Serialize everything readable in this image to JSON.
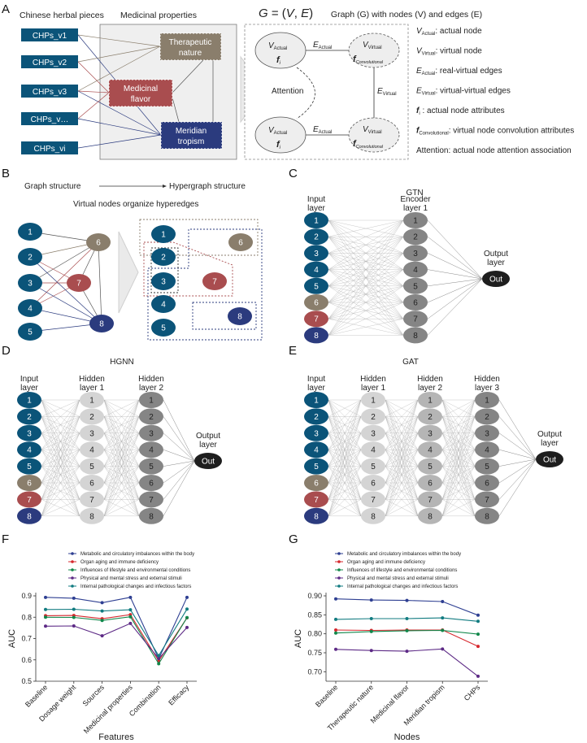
{
  "colors": {
    "blue": "#0b5479",
    "brown": "#8a7e6c",
    "red": "#a94d4f",
    "navy": "#2b3b7e",
    "gray_dark": "#858585",
    "gray_mid": "#b5b5b5",
    "gray_light": "#d4d4d4",
    "black": "#1e1e1e"
  },
  "panel_a": {
    "letter": "A",
    "col1_title": "Chinese herbal pieces",
    "col2_title": "Medicinal properties",
    "chps": [
      "CHPs_v1",
      "CHPs_v2",
      "CHPs_v3",
      "CHPs_v…",
      "CHPs_vi"
    ],
    "prop_therapeutic": [
      "Therapeutic",
      "nature"
    ],
    "prop_flavor": [
      "Medicinal",
      "flavor"
    ],
    "prop_meridian": [
      "Meridian",
      "tropism"
    ],
    "formula_g": "G",
    "formula_rest": " = (",
    "formula_v": "V",
    "formula_comma": ", ",
    "formula_e": "E",
    "formula_close": ")",
    "graph_title": "Graph (G) with nodes (V) and edges (E)",
    "v": "V",
    "actual": "Actual",
    "virtual": "Virtual",
    "f": "f",
    "fi_sub": "i",
    "convolutional": "Convolutional",
    "e": "E",
    "attention": "Attention",
    "legend": [
      {
        "sym": "V",
        "sub": "Actual",
        "text": ": actual node"
      },
      {
        "sym": "V",
        "sub": "Virtual",
        "text": ": virtual node"
      },
      {
        "sym": "E",
        "sub": "Actual",
        "text": ": real-virtual edges"
      },
      {
        "sym": "E",
        "sub": "Virtual",
        "text": ": virtual-virtual edges"
      },
      {
        "sym": "f",
        "sub": "i",
        "text": " : actual node attributes"
      },
      {
        "sym": "f",
        "sub": "Convolutional",
        "text": ": virtual node convolution attributes"
      },
      {
        "sym": "",
        "sub": "",
        "text": "Attention: actual node attention association"
      }
    ]
  },
  "panel_b": {
    "letter": "B",
    "graph_structure": "Graph structure",
    "hypergraph_structure": "Hypergraph structure",
    "subtitle": "Virtual nodes organize hyperedges",
    "nodes": [
      "1",
      "2",
      "3",
      "4",
      "5",
      "6",
      "7",
      "8"
    ]
  },
  "panel_c": {
    "letter": "C",
    "title": "GTN",
    "input_label": [
      "Input",
      "layer"
    ],
    "layer_labels": [
      [
        "Encoder",
        "layer 1"
      ]
    ],
    "output_label": [
      "Output",
      "layer"
    ],
    "out": "Out"
  },
  "panel_d": {
    "letter": "D",
    "title": "HGNN",
    "input_label": [
      "Input",
      "layer"
    ],
    "layer_labels": [
      [
        "Hidden",
        "layer 1"
      ],
      [
        "Hidden",
        "layer 2"
      ]
    ],
    "output_label": [
      "Output",
      "layer"
    ],
    "out": "Out"
  },
  "panel_e": {
    "letter": "E",
    "title": "GAT",
    "input_label": [
      "Input",
      "layer"
    ],
    "layer_labels": [
      [
        "Hidden",
        "layer 1"
      ],
      [
        "Hidden",
        "layer 2"
      ],
      [
        "Hidden",
        "layer 3"
      ]
    ],
    "output_label": [
      "Output",
      "layer"
    ],
    "out": "Out"
  },
  "panel_f": {
    "letter": "F"
  },
  "panel_g": {
    "letter": "G"
  },
  "chart_data": [
    {
      "type": "line",
      "panel": "F",
      "xlabel": "Features",
      "ylabel": "AUC",
      "categories": [
        "Baseline",
        "Dosage weight",
        "Sources",
        "Medicinal properties",
        "Combination",
        "Efficacy"
      ],
      "yticks": [
        "0.5",
        "0.6",
        "0.7",
        "0.8",
        "0.9"
      ],
      "ylim": [
        0.5,
        0.9
      ],
      "legend_position": "top",
      "series": [
        {
          "name": "Metabolic and circulatory imbalances within the body",
          "color": "#2e3f92",
          "values": [
            0.893,
            0.889,
            0.868,
            0.893,
            0.605,
            0.893
          ]
        },
        {
          "name": "Organ aging and immune deficiency",
          "color": "#d6272d",
          "values": [
            0.807,
            0.808,
            0.793,
            0.812,
            0.595,
            0.797
          ]
        },
        {
          "name": "Influences of lifestyle and environmental conditions",
          "color": "#10874a",
          "values": [
            0.8,
            0.799,
            0.785,
            0.802,
            0.582,
            0.798
          ]
        },
        {
          "name": "Physical and mental stress and external stimuli",
          "color": "#5d2a86",
          "values": [
            0.758,
            0.759,
            0.713,
            0.771,
            0.606,
            0.752
          ]
        },
        {
          "name": "Internal pathological changes and infectious factors",
          "color": "#117b80",
          "values": [
            0.836,
            0.837,
            0.829,
            0.835,
            0.62,
            0.838
          ]
        }
      ]
    },
    {
      "type": "line",
      "panel": "G",
      "xlabel": "Nodes",
      "ylabel": "AUC",
      "categories": [
        "Baseline",
        "Therapeutic nature",
        "Medicinal flavor",
        "Meridian tropism",
        "CHPs"
      ],
      "yticks": [
        "0.70",
        "0.75",
        "0.80",
        "0.85",
        "0.90"
      ],
      "ylim": [
        0.675,
        0.9
      ],
      "legend_position": "top",
      "series": [
        {
          "name": "Metabolic and circulatory imbalances within the body",
          "color": "#2e3f92",
          "values": [
            0.892,
            0.889,
            0.888,
            0.885,
            0.849
          ]
        },
        {
          "name": "Organ aging and immune deficiency",
          "color": "#d6272d",
          "values": [
            0.81,
            0.809,
            0.81,
            0.81,
            0.767
          ]
        },
        {
          "name": "Influences of lifestyle and environmental conditions",
          "color": "#10874a",
          "values": [
            0.802,
            0.806,
            0.808,
            0.809,
            0.799
          ]
        },
        {
          "name": "Physical and mental stress and external stimuli",
          "color": "#5d2a86",
          "values": [
            0.759,
            0.756,
            0.754,
            0.76,
            0.688
          ]
        },
        {
          "name": "Internal pathological changes and infectious factors",
          "color": "#117b80",
          "values": [
            0.838,
            0.84,
            0.84,
            0.842,
            0.833
          ]
        }
      ]
    }
  ]
}
